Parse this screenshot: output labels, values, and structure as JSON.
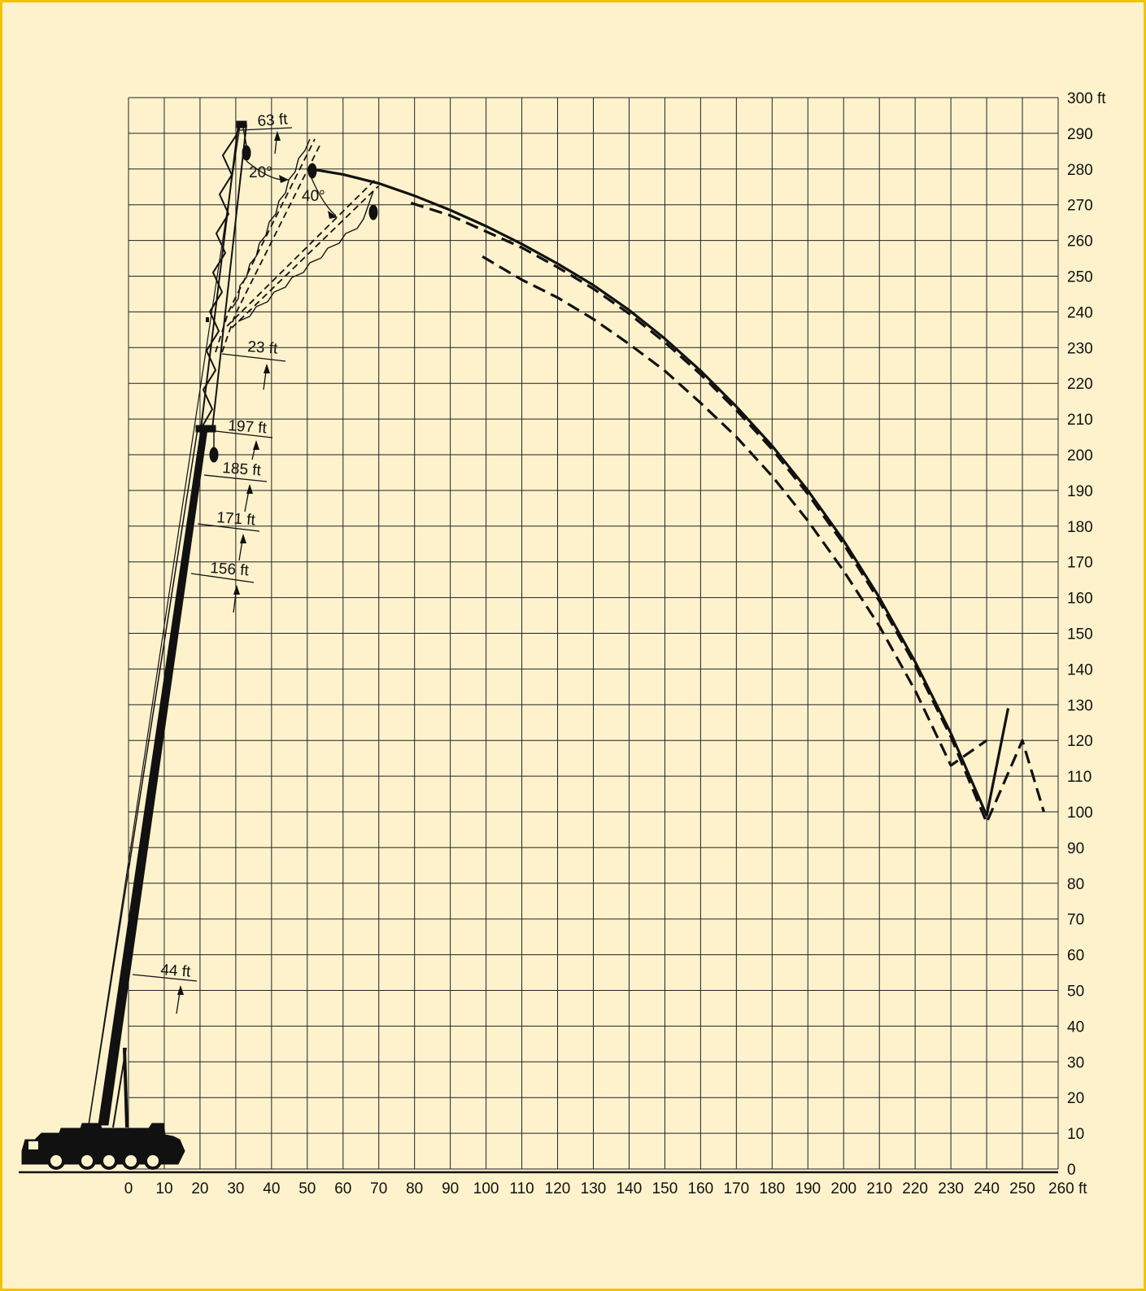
{
  "colors": {
    "background": "#fdf2cc",
    "border": "#f1c400",
    "ink": "#111111"
  },
  "chart_data": {
    "type": "line",
    "title": "",
    "xlabel": "",
    "ylabel": "",
    "x_unit": "ft",
    "y_unit": "ft",
    "xlim": [
      0,
      260
    ],
    "ylim": [
      0,
      300
    ],
    "grid": true,
    "x_ticks": [
      "0",
      "10",
      "20",
      "30",
      "40",
      "50",
      "60",
      "70",
      "80",
      "90",
      "100",
      "110",
      "120",
      "130",
      "140",
      "150",
      "160",
      "170",
      "180",
      "190",
      "200",
      "210",
      "220",
      "230",
      "240",
      "250",
      "260 ft"
    ],
    "y_ticks": [
      "0",
      "10",
      "20",
      "30",
      "40",
      "50",
      "60",
      "70",
      "80",
      "90",
      "100",
      "110",
      "120",
      "130",
      "140",
      "150",
      "160",
      "170",
      "180",
      "190",
      "200",
      "210",
      "220",
      "230",
      "240",
      "250",
      "260",
      "270",
      "280",
      "290",
      "300 ft"
    ],
    "series": [
      {
        "style": "solid",
        "x": [
          51,
          60,
          70,
          80,
          90,
          100,
          110,
          120,
          130,
          140,
          150,
          160,
          170,
          180,
          190,
          200,
          210,
          220,
          230,
          240,
          246
        ],
        "y": [
          280,
          278.5,
          276,
          272.5,
          268.5,
          264,
          259,
          253.5,
          247.5,
          240.5,
          232.5,
          223.5,
          213.5,
          202.5,
          190,
          176,
          160,
          142,
          122,
          99,
          129
        ]
      },
      {
        "style": "dashed",
        "x": [
          79,
          90,
          100,
          110,
          120,
          130,
          140,
          150,
          160,
          170,
          180,
          190,
          200,
          210,
          220,
          230,
          240,
          250,
          256
        ],
        "y": [
          270.5,
          267,
          262.5,
          258,
          252.5,
          246.5,
          239.5,
          231.5,
          222.5,
          212.5,
          201.5,
          189,
          175,
          159,
          141,
          121,
          97,
          120,
          100
        ]
      },
      {
        "style": "dashed",
        "x": [
          99,
          110,
          120,
          130,
          140,
          150,
          160,
          170,
          180,
          190,
          200,
          210,
          220,
          230,
          240
        ],
        "y": [
          255.5,
          249,
          244,
          238,
          231,
          223.5,
          214.5,
          205,
          194,
          181.5,
          167.5,
          152,
          134,
          113,
          120
        ]
      }
    ],
    "annotations": [
      "63 ft",
      "20°",
      "40°",
      "23 ft",
      "197 ft",
      "185 ft",
      "171 ft",
      "156 ft",
      "44 ft"
    ]
  }
}
